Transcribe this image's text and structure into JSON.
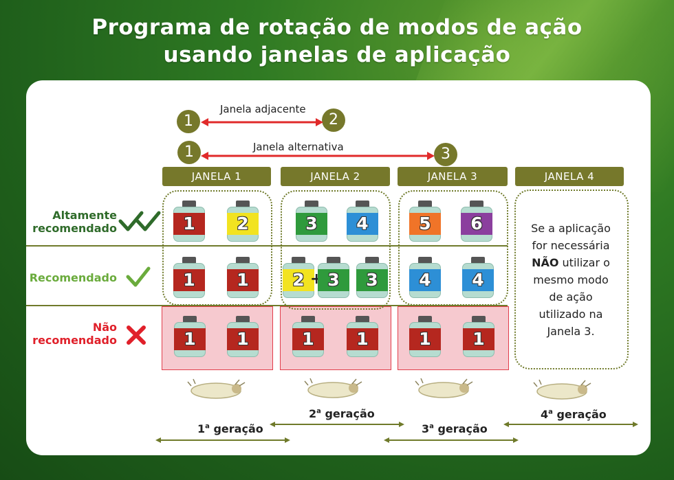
{
  "title": {
    "line1": "Programa de rotação de modos de ação",
    "line2": "usando janelas de aplicação"
  },
  "arrows": {
    "adjacent": {
      "label": "Janela adjacente",
      "from": "1",
      "to": "2"
    },
    "alternative": {
      "label": "Janela alternativa",
      "from": "1",
      "to": "3"
    }
  },
  "windows": [
    "JANELA 1",
    "JANELA 2",
    "JANELA 3",
    "JANELA 4"
  ],
  "rows": {
    "high": {
      "line1": "Altamente",
      "line2": "recomendado",
      "icon": "double-check-icon",
      "color": "#2f6b2a"
    },
    "recommended": {
      "label": "Recomendado",
      "icon": "check-icon",
      "color": "#6aab3c"
    },
    "not": {
      "line1": "Não",
      "line2": "recomendado",
      "icon": "cross-icon",
      "color": "#e0202a"
    }
  },
  "bottles": {
    "high": [
      {
        "n": "1",
        "color": "#b5271f"
      },
      {
        "n": "2",
        "color": "#f2e320"
      },
      {
        "n": "3",
        "color": "#2f9a3c"
      },
      {
        "n": "4",
        "color": "#2d8fd6"
      },
      {
        "n": "5",
        "color": "#f07428"
      },
      {
        "n": "6",
        "color": "#8b3f9e"
      }
    ],
    "recommended": [
      {
        "n": "1",
        "color": "#b5271f"
      },
      {
        "n": "1",
        "color": "#b5271f"
      },
      {
        "n": "2",
        "color": "#f2e320"
      },
      {
        "n": "3",
        "color": "#2f9a3c"
      },
      {
        "n": "3",
        "color": "#2f9a3c"
      },
      {
        "n": "4",
        "color": "#2d8fd6"
      },
      {
        "n": "4",
        "color": "#2d8fd6"
      }
    ],
    "not": [
      {
        "n": "1",
        "color": "#b5271f"
      },
      {
        "n": "1",
        "color": "#b5271f"
      },
      {
        "n": "1",
        "color": "#b5271f"
      },
      {
        "n": "1",
        "color": "#b5271f"
      },
      {
        "n": "1",
        "color": "#b5271f"
      },
      {
        "n": "1",
        "color": "#b5271f"
      }
    ]
  },
  "note": {
    "l1": "Se a aplicação",
    "l2": "for necessária",
    "l3bold": "NÃO",
    "l3rest": " utilizar o",
    "l4": "mesmo modo",
    "l5": "de ação",
    "l6": "utilizado na",
    "l7": "Janela 3."
  },
  "generations": [
    {
      "num": "1",
      "sup": "a",
      "word": " geração"
    },
    {
      "num": "2",
      "sup": "a",
      "word": " geração"
    },
    {
      "num": "3",
      "sup": "a",
      "word": " geração"
    },
    {
      "num": "4",
      "sup": "a",
      "word": " geração"
    }
  ]
}
